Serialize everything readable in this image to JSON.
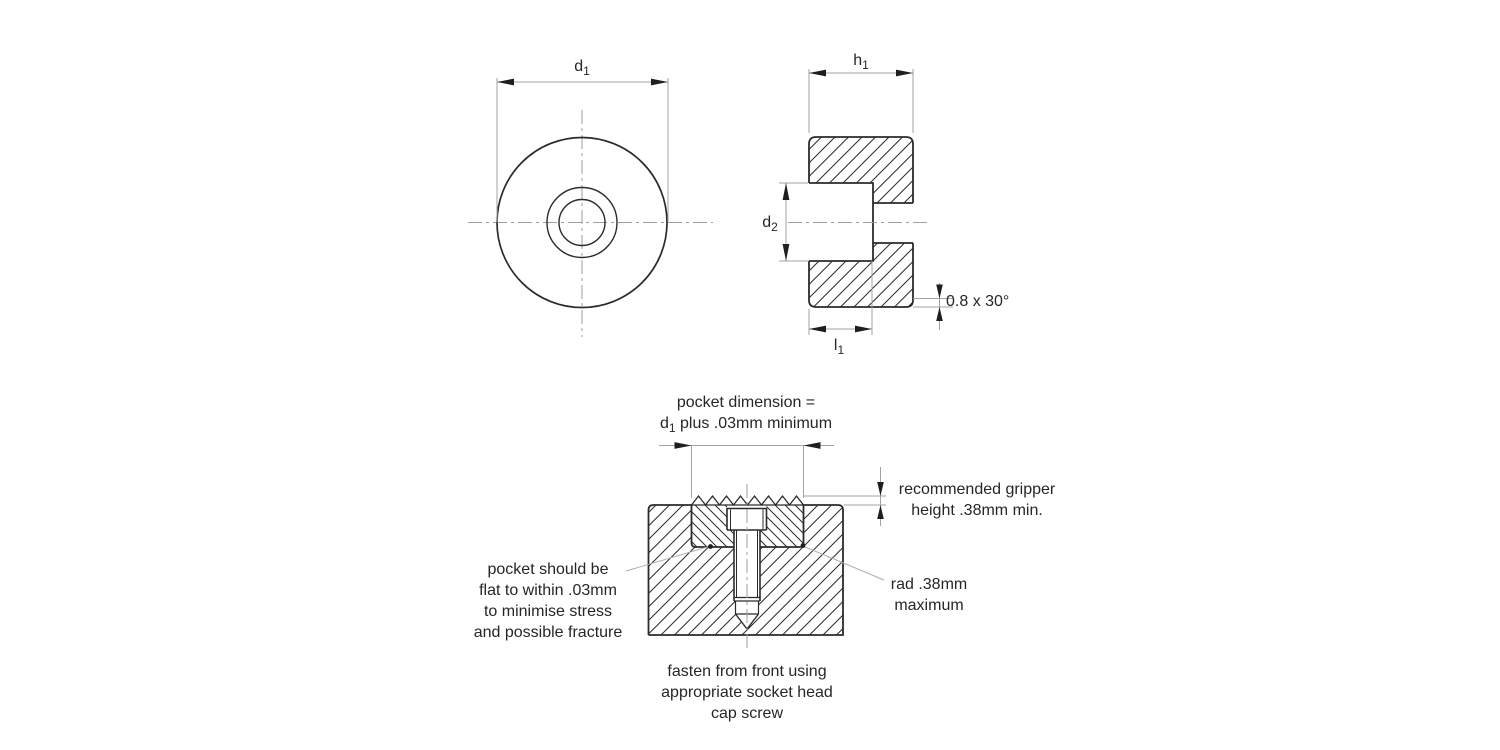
{
  "colors": {
    "background": "#ffffff",
    "outline": "#2b2b2b",
    "construction": "#a3a3a3",
    "centerline": "#9e9e9e",
    "arrow": "#1f1f1f",
    "text": "#262626"
  },
  "labels": {
    "d1": {
      "base": "d",
      "sub": "1"
    },
    "h1": {
      "base": "h",
      "sub": "1"
    },
    "d2": {
      "base": "d",
      "sub": "2"
    },
    "l1": {
      "base": "l",
      "sub": "1"
    }
  },
  "notes": {
    "chamfer": "0.8 x 30°",
    "pocket_dim_line1": "pocket dimension =",
    "pocket_dim_d_base": "d",
    "pocket_dim_d_sub": "1",
    "pocket_dim_line2_rest": " plus .03mm minimum",
    "gripper_height_line1": "recommended gripper",
    "gripper_height_line2": "height .38mm min.",
    "radius_line1": "rad .38mm",
    "radius_line2": "maximum",
    "flatness_line1": "pocket should be",
    "flatness_line2": "flat to within .03mm",
    "flatness_line3": "to minimise stress",
    "flatness_line4": "and possible fracture",
    "fasten_line1": "fasten from front using",
    "fasten_line2": "appropriate socket head",
    "fasten_line3": "cap screw"
  }
}
